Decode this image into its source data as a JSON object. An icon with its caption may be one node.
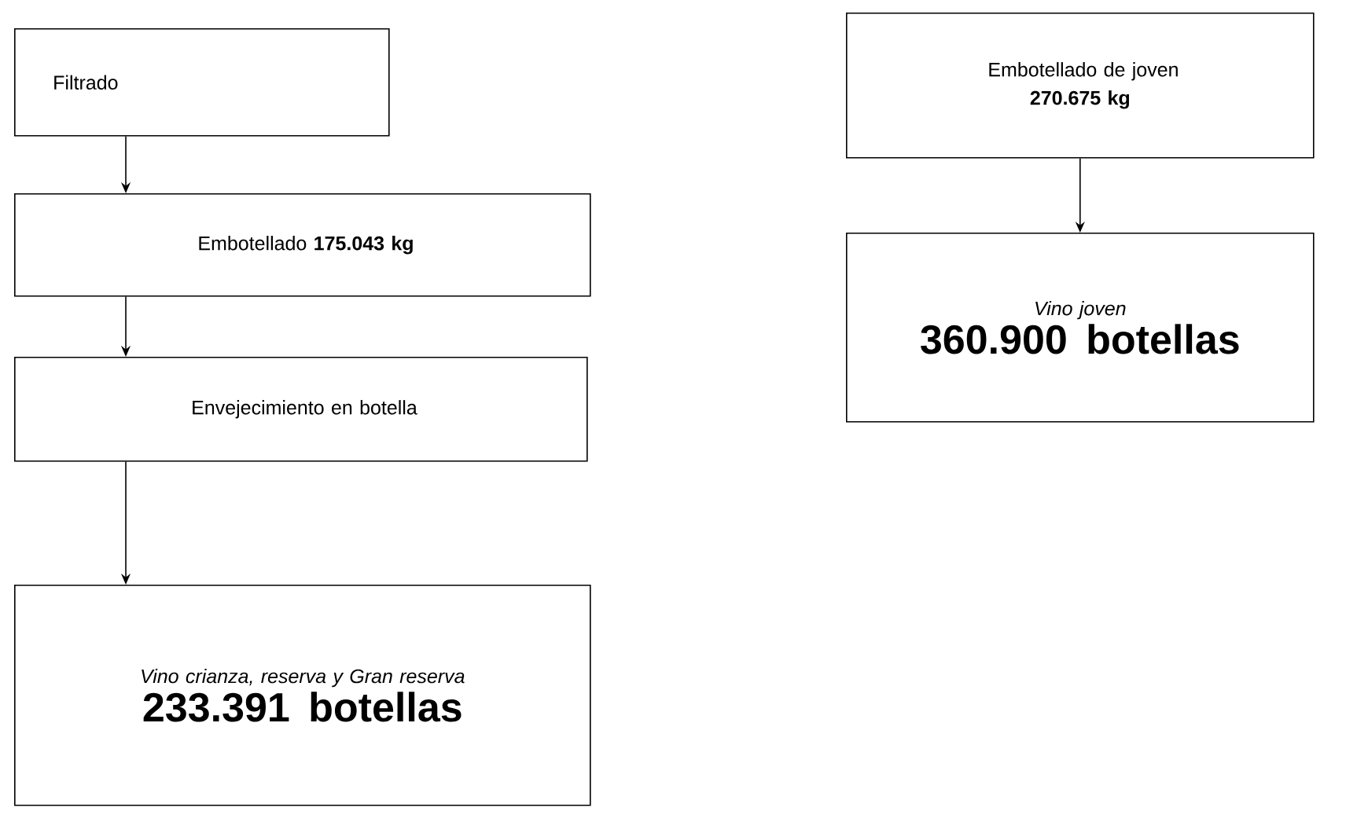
{
  "diagram": {
    "nodes": [
      {
        "text": [
          "Filtrado"
        ]
      },
      {
        "text": [
          "Embotellado **175.043 kg**"
        ]
      },
      {
        "text": [
          "Envejecimiento en botella"
        ]
      },
      {
        "text": [
          "Vino crianza, reserva y Gran reserva",
          "233.391 botellas"
        ]
      },
      {
        "text": [
          "Embotellado de joven",
          "270.675 kg"
        ]
      },
      {
        "text": [
          "Vino joven",
          "360.900 botellas"
        ]
      }
    ],
    "edges": [
      {
        "from": 0,
        "to": 1,
        "arrow": "to"
      },
      {
        "from": 1,
        "to": 2,
        "arrow": "to"
      },
      {
        "from": 2,
        "to": 3,
        "arrow": "to"
      },
      {
        "from": 4,
        "to": 5,
        "arrow": "to"
      }
    ]
  }
}
